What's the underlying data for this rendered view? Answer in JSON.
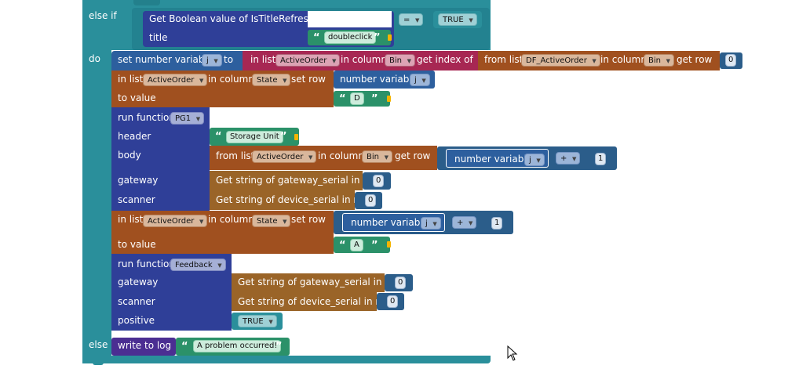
{
  "elseif": {
    "label": "else if",
    "get_boolean": "Get Boolean value of IsTitleRefreshed",
    "title_label": "title",
    "title_value": "doubleclick",
    "op": "=",
    "bool_value": "TRUE"
  },
  "do_label": "do",
  "set_var": {
    "label": "set number variable",
    "var": "j",
    "to": "to",
    "in_list": "in list",
    "list": "ActiveOrder",
    "in_column": "in column",
    "column": "Bin",
    "get_index": "get index of",
    "from_list": "from list",
    "from_list_name": "DF_ActiveOrder",
    "in_column2": "in column",
    "column2": "Bin",
    "get_row": "get row",
    "row": "0"
  },
  "set_row1": {
    "in_list": "in list",
    "list": "ActiveOrder",
    "in_column": "in column",
    "column": "State",
    "set_row": "set row",
    "num_var": "number variable",
    "var": "j",
    "to_value": "to value",
    "value": "D"
  },
  "run_pg1": {
    "label": "run function",
    "func": "PG1",
    "header_label": "header",
    "header_value": "Storage Unit",
    "body_label": "body",
    "from_list": "from list",
    "list": "ActiveOrder",
    "in_column": "in column",
    "column": "Bin",
    "get_row": "get row",
    "num_var": "number variable",
    "var": "j",
    "op": "+",
    "add": "1",
    "gateway_label": "gateway",
    "gateway_value": "Get string of gateway_serial in row",
    "gateway_row": "0",
    "scanner_label": "scanner",
    "scanner_value": "Get string of device_serial in row",
    "scanner_row": "0"
  },
  "set_row2": {
    "in_list": "in list",
    "list": "ActiveOrder",
    "in_column": "in column",
    "column": "State",
    "set_row": "set row",
    "num_var": "number variable",
    "var": "j",
    "op": "+",
    "add": "1",
    "to_value": "to value",
    "value": "A"
  },
  "run_feedback": {
    "label": "run function",
    "func": "Feedback",
    "gateway_label": "gateway",
    "gateway_value": "Get string of gateway_serial in row",
    "gateway_row": "0",
    "scanner_label": "scanner",
    "scanner_value": "Get string of device_serial in row",
    "scanner_row": "0",
    "positive_label": "positive",
    "positive_value": "TRUE"
  },
  "else_label": "else",
  "log": {
    "label": "write to log",
    "message": "A problem occurred!"
  },
  "colors": {
    "control": "#2a8f9b",
    "variable": "#2d5f9e",
    "list": "#a0501f",
    "function": "#2f3f98",
    "text": "#2b9169",
    "log": "#4b2e92"
  }
}
